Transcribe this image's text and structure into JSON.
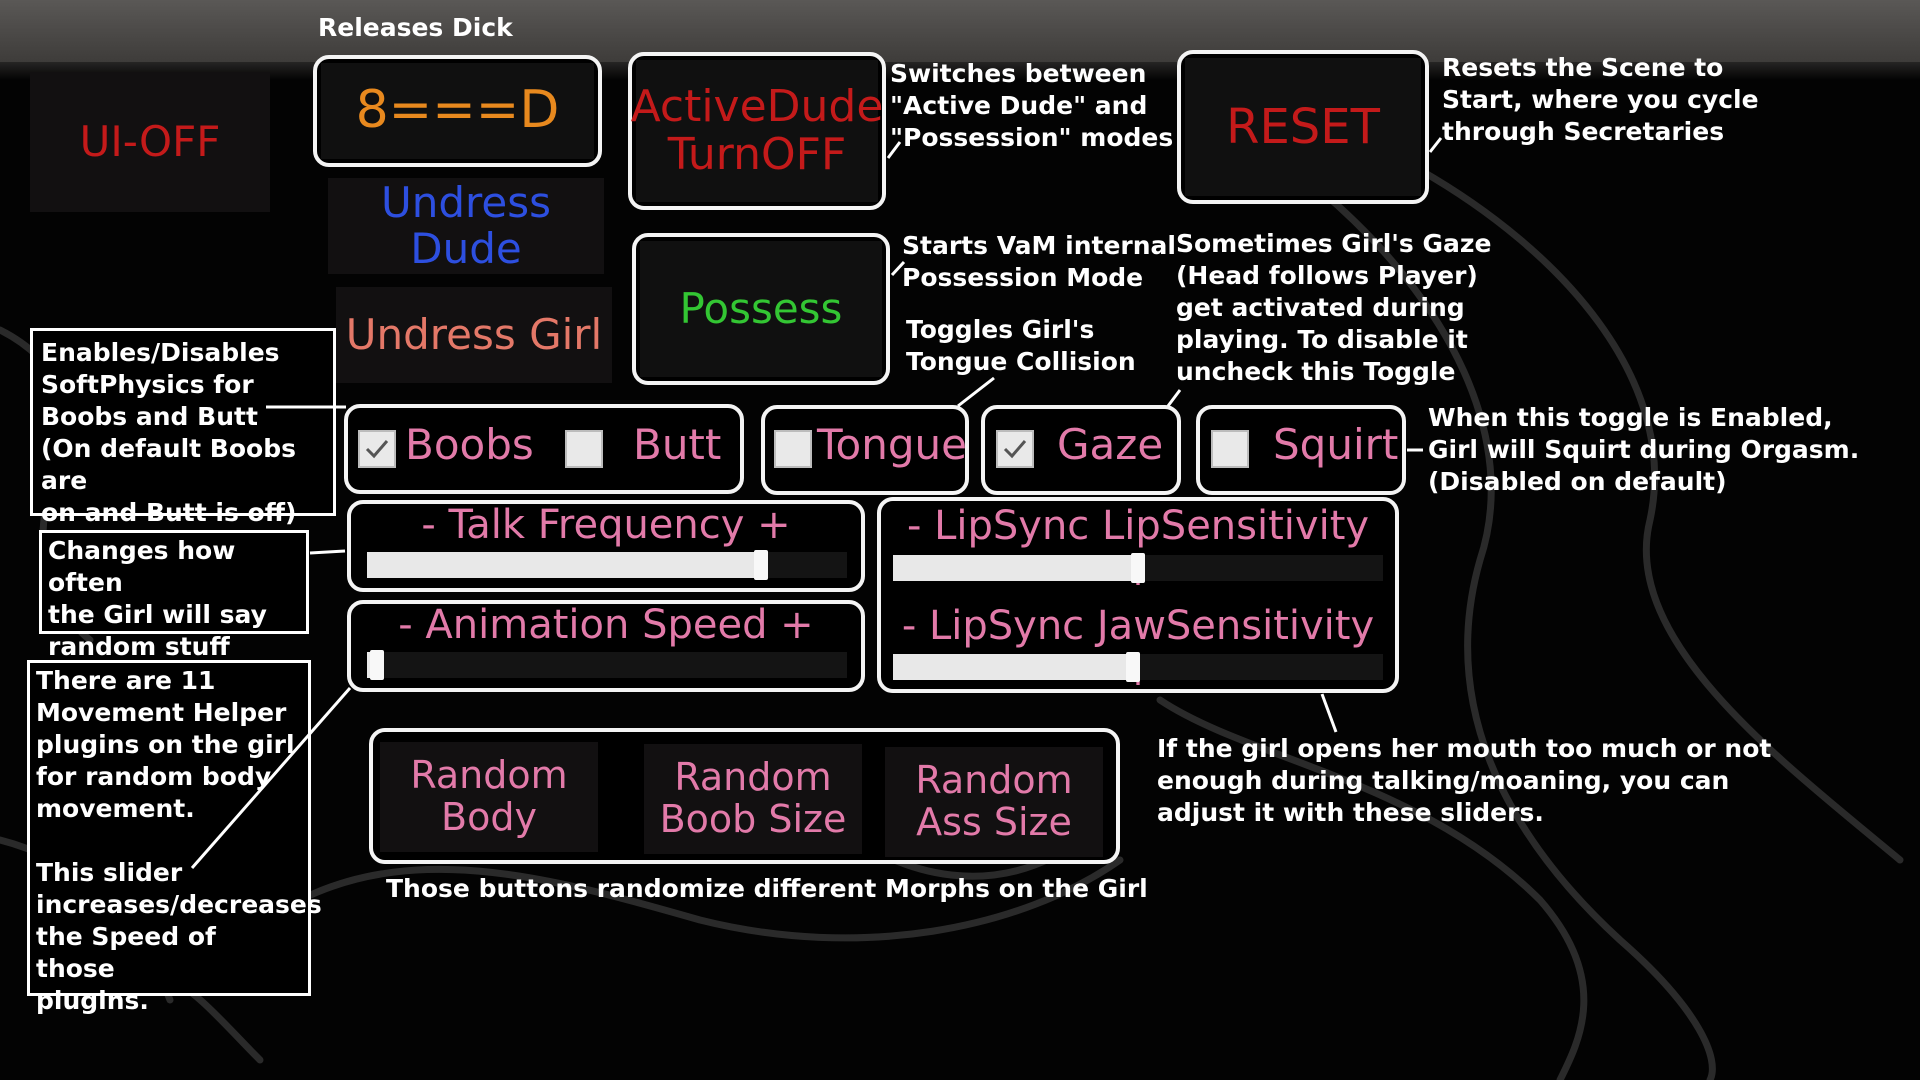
{
  "buttons": {
    "ui_off": "UI-OFF",
    "release_dick": "8===D",
    "undress_dude": "Undress Dude",
    "undress_girl": "Undress Girl",
    "active_dude_line1": "ActiveDude",
    "active_dude_line2": "TurnOFF",
    "possess": "Possess",
    "reset": "RESET",
    "random_body_l1": "Random",
    "random_body_l2": "Body",
    "random_boob_l1": "Random",
    "random_boob_l2": "Boob Size",
    "random_ass_l1": "Random",
    "random_ass_l2": "Ass Size"
  },
  "toggles": {
    "boobs": {
      "label": "Boobs",
      "checked": true
    },
    "butt": {
      "label": "Butt",
      "checked": false
    },
    "tongue": {
      "label": "Tongue",
      "checked": false
    },
    "gaze": {
      "label": "Gaze",
      "checked": true
    },
    "squirt": {
      "label": "Squirt",
      "checked": false
    }
  },
  "sliders": {
    "talk_frequency": {
      "label": "- Talk Frequency +",
      "value": 0.82
    },
    "animation_speed": {
      "label": "- Animation Speed +",
      "value": 0.02
    },
    "lip_sensitivity": {
      "label": "- LipSync LipSensitivity +",
      "value": 0.5
    },
    "jaw_sensitivity": {
      "label": "- LipSync JawSensitivity +",
      "value": 0.49
    }
  },
  "annotations": {
    "releases": "Releases Dick",
    "switches": "Switches between\n\"Active Dude\" and\n\"Possession\" modes",
    "resets": "Resets the Scene to\nStart, where you cycle\nthrough Secretaries",
    "possession": "Starts VaM internal\nPossession Mode",
    "tongue": "Toggles Girl's\nTongue Collision",
    "gaze": "Sometimes Girl's Gaze\n(Head follows Player)\nget activated during\nplaying. To disable it\nuncheck this Toggle",
    "softphysics": "Enables/Disables\nSoftPhysics for\nBoobs and Butt\n(On default Boobs are\non and Butt is off)",
    "talk": "Changes how often\nthe Girl will say\nrandom stuff",
    "movement": "There are 11\nMovement Helper\nplugins on the girl\nfor random body\nmovement.\n\nThis slider\nincreases/decreases\nthe Speed of those\nplugins.",
    "squirt": "When this toggle is Enabled,\nGirl will Squirt during Orgasm.\n(Disabled on default)",
    "lipsync": "If the girl opens her mouth too much or not\nenough during talking/moaning, you can\nadjust it with these sliders.",
    "random": "Those buttons randomize different Morphs on the Girl"
  },
  "colors": {
    "red": "#c41a1a",
    "orange": "#e8891e",
    "blue": "#2d4fe0",
    "salmon": "#e47868",
    "green": "#33c633",
    "pink": "#e27aa9"
  }
}
